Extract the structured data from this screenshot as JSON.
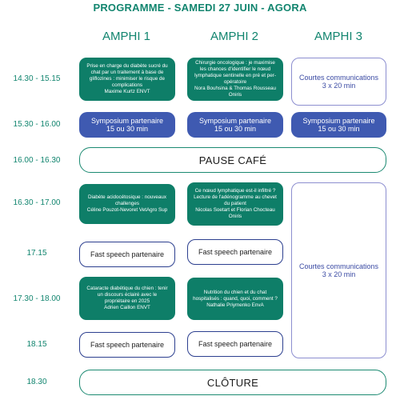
{
  "header": {
    "title": "PROGRAMME - SAMEDI 27 JUIN - AGORA"
  },
  "columns": [
    "AMPHI 1",
    "AMPHI 2",
    "AMPHI 3"
  ],
  "times": {
    "t1": "14.30 - 15.15",
    "t2": "15.30 - 16.00",
    "t3": "16.00 - 16.30",
    "t4": "16.30 - 17.00",
    "t5": "17.15",
    "t6": "17.30 - 18.00",
    "t7": "18.15",
    "t8": "18.30"
  },
  "sessions": {
    "a1_s1": {
      "lines": [
        "Prise en charge du diabète sucré du",
        "chat par un traitement à base de",
        "gliflozines : minimiser le risque de",
        "complications",
        "Maxime Kurtz ENVT"
      ]
    },
    "a2_s1": {
      "lines": [
        "Chirurgie oncologique : je maximise",
        "les chances d'identifier le nœud",
        "lymphatique sentinelle en pré et per-",
        "opératoire",
        "Nora Bouhsina  & Thomas Rousseau",
        "Oniris"
      ]
    },
    "a3_s1": {
      "lines": [
        "Courtes communications",
        "3 x 20 min"
      ]
    },
    "symposium": {
      "lines": [
        "Symposium partenaire",
        "15 ou 30 min"
      ]
    },
    "pause": "PAUSE CAFÉ",
    "a1_s3": {
      "lines": [
        "Diabète acidocétosique : nouveaux",
        "challenges",
        "Céline Pouzot-Nevoret VetAgro Sup"
      ]
    },
    "a2_s3": {
      "lines": [
        "Ce nœud lymphatique est-il infiltré ?",
        "Lecture de l'adénogramme au chevet",
        "du patient",
        "Nicolas Soetart et Florian Chocteau",
        "Oniris"
      ]
    },
    "a3_s3": {
      "lines": [
        "Courtes communications",
        "3 x 20 min"
      ]
    },
    "fast_speech": "Fast speech partenaire",
    "a1_s5": {
      "lines": [
        "Cataracte diabétique du chien : tenir",
        "un discours éclairé avec le",
        "propriétaire en 2025",
        "Adrien Caillon ENVT"
      ]
    },
    "a2_s5": {
      "lines": [
        "Nutrition du chien et du chat",
        "hospitalisés : quand, quoi, comment ?",
        "Nathalie Priymenko EnvA"
      ]
    },
    "cloture": "CLÔTURE"
  },
  "colors": {
    "green": "#0e7e68",
    "blue": "#3f5ab1",
    "heading_green": "#12856f",
    "purple_outline": "#8d8fd0"
  }
}
